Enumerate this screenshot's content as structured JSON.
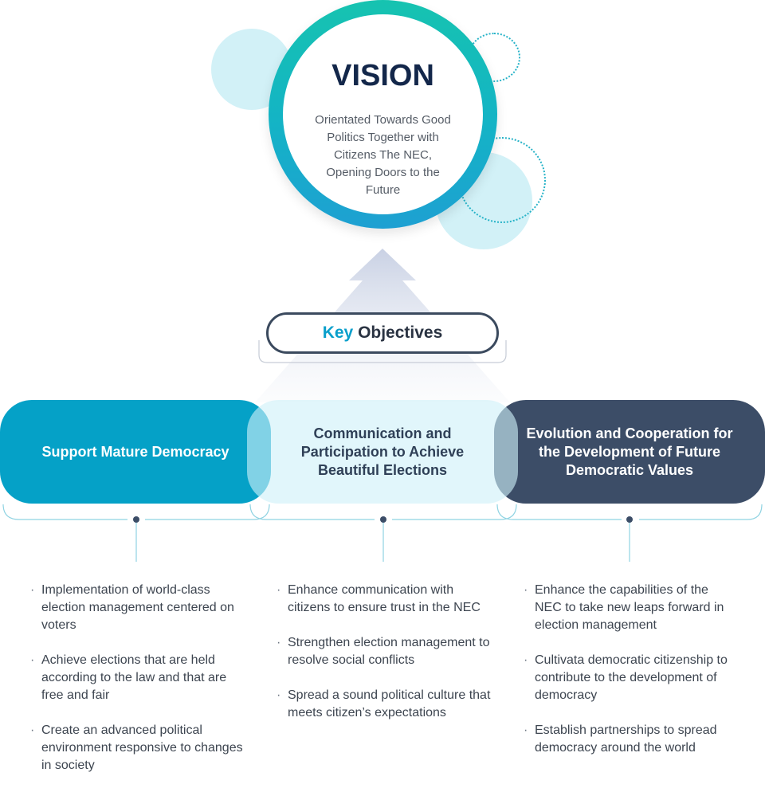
{
  "vision": {
    "title": "VISION",
    "text": "Orientated Towards Good Politics Together with Citizens The NEC, Opening Doors to the Future"
  },
  "key_objectives": {
    "accent": "Key",
    "rest": "Objectives"
  },
  "objectives": [
    {
      "title": "Support Mature Democracy",
      "items": [
        "Implementation of world-class election management centered on voters",
        "Achieve elections that are held according to the law and that are free and fair",
        "Create an advanced political environment responsive to changes in society"
      ]
    },
    {
      "title": "Communication and Participation to Achieve Beautiful Elections",
      "items": [
        "Enhance communication with citizens to ensure trust in the NEC",
        "Strengthen election management to resolve social conflicts",
        "Spread a sound political culture that meets citizen’s expectations"
      ]
    },
    {
      "title": "Evolution and Cooperation for the Development of Future Democratic Values",
      "items": [
        "Enhance the capabilities of the NEC to take new leaps forward in election management",
        "Cultivata democratic citizenship to contribute to the development of democracy",
        "Establish partnerships to spread democracy around the world"
      ]
    }
  ],
  "colors": {
    "navy": "#13274a",
    "teal_start": "#16c3b0",
    "teal_end": "#1ea0d2",
    "objective_1": "#05a1c7",
    "objective_2": "#cff0f8",
    "objective_3": "#3c4d67",
    "accent": "#0a9fcb"
  }
}
